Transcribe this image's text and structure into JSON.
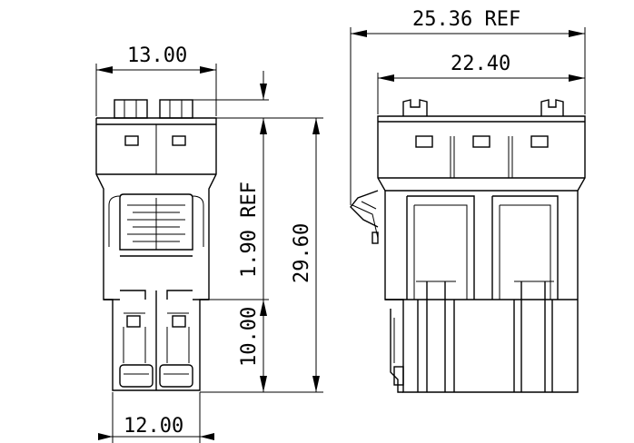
{
  "dimensions": {
    "top_width": "13.00",
    "bottom_width": "12.00",
    "overall_width_ref": "25.36 REF",
    "inner_width": "22.40",
    "side_offset_ref": "1.90 REF",
    "overall_height": "29.60",
    "lower_height": "10.00"
  }
}
